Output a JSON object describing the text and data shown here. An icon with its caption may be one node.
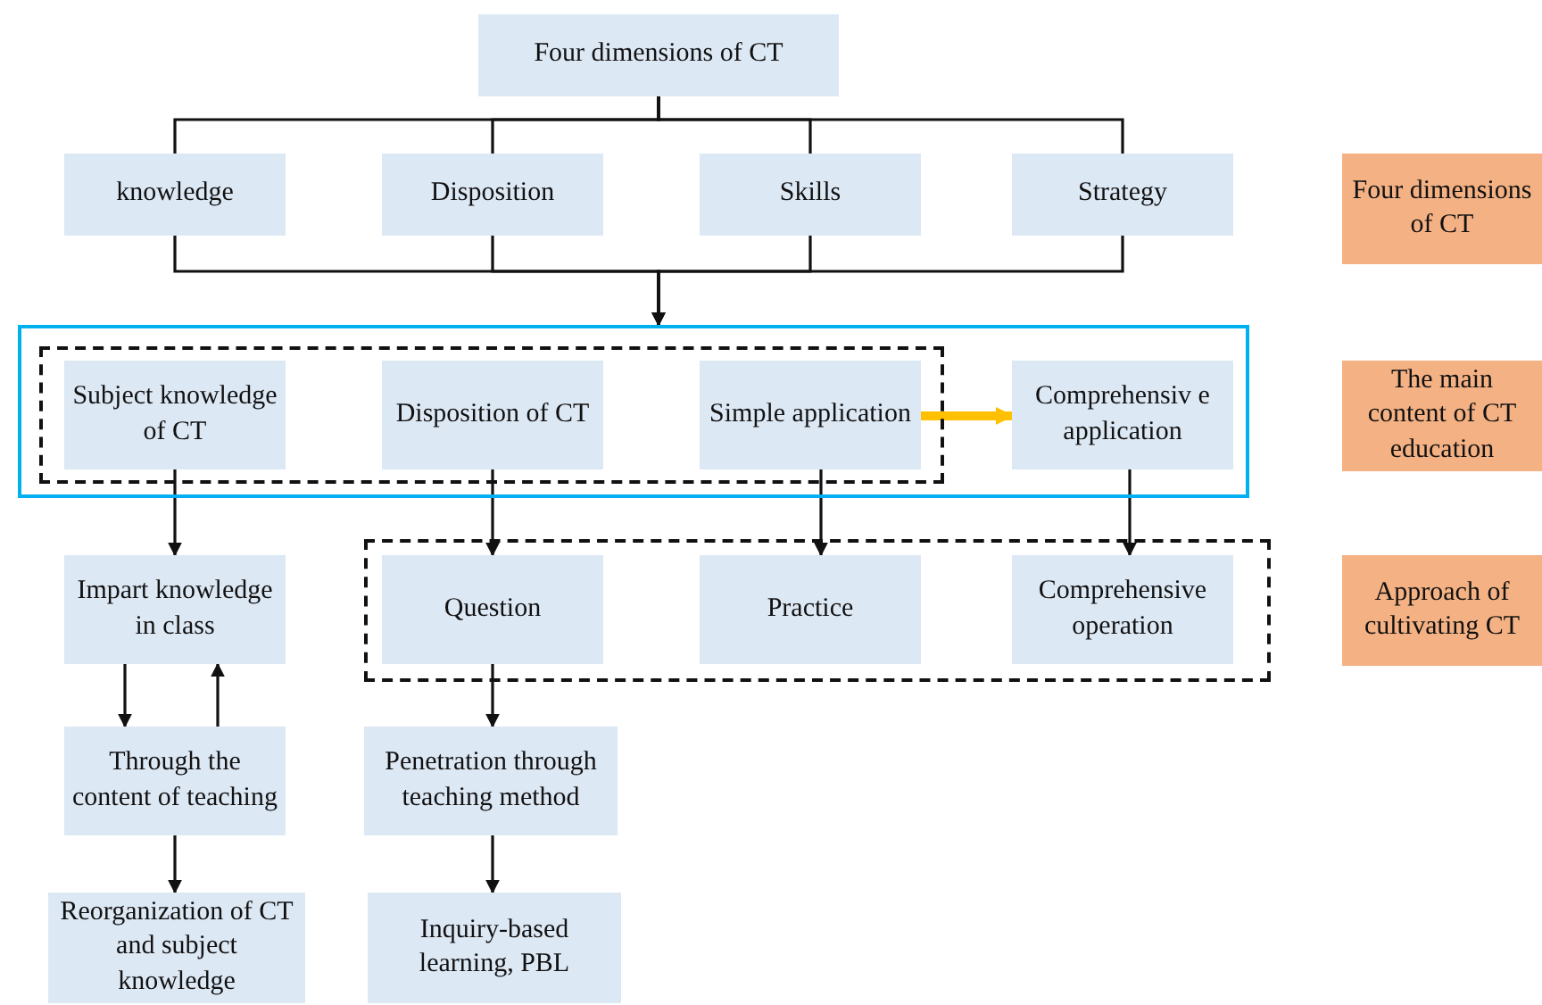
{
  "diagram": {
    "nodes": [
      {
        "text": [
          "Four dimensions of CT"
        ]
      },
      {
        "text": [
          "knowledge"
        ]
      },
      {
        "text": [
          "Disposition"
        ]
      },
      {
        "text": [
          "Skills"
        ]
      },
      {
        "text": [
          "Strategy"
        ]
      },
      {
        "text": [],
        "shape": "box"
      },
      {
        "text": [],
        "shape": "box",
        "in": 5
      },
      {
        "text": [
          "Subject knowledge of CT"
        ],
        "in": 6
      },
      {
        "text": [
          "Disposition of CT"
        ],
        "in": 6
      },
      {
        "text": [
          "Simple application"
        ],
        "in": 6
      },
      {
        "text": [
          "Comprehensiv e application"
        ],
        "in": 5
      },
      {
        "text": [],
        "shape": "box"
      },
      {
        "text": [
          "Impart knowledge in class"
        ]
      },
      {
        "text": [
          "Question"
        ],
        "in": 11
      },
      {
        "text": [
          "Practice"
        ],
        "in": 11
      },
      {
        "text": [
          "Comprehensive operation"
        ],
        "in": 11
      },
      {
        "text": [
          "Through the content of teaching"
        ]
      },
      {
        "text": [
          "Penetration through teaching method"
        ]
      },
      {
        "text": [
          "Reorganization of CT and subject knowledge"
        ]
      },
      {
        "text": [
          "Inquiry-based learning, PBL"
        ]
      },
      {
        "text": [
          "Four dimensions of CT"
        ]
      },
      {
        "text": [
          "The main content of CT education"
        ]
      },
      {
        "text": [
          "Approach of cultivating CT"
        ]
      }
    ],
    "edges": [
      {
        "from": 0,
        "to": 1,
        "arrow": "none"
      },
      {
        "from": 0,
        "to": 2,
        "arrow": "none"
      },
      {
        "from": 0,
        "to": 3,
        "arrow": "none"
      },
      {
        "from": 0,
        "to": 4,
        "arrow": "none"
      },
      {
        "from": 1,
        "to": 5,
        "arrow": "to"
      },
      {
        "from": 2,
        "to": 5,
        "arrow": "to"
      },
      {
        "from": 3,
        "to": 5,
        "arrow": "to"
      },
      {
        "from": 4,
        "to": 5,
        "arrow": "to"
      },
      {
        "from": 9,
        "to": 10,
        "arrow": "to",
        "style": "thick",
        "color": "#ffc000"
      },
      {
        "from": 7,
        "to": 12,
        "arrow": "to"
      },
      {
        "from": 8,
        "to": 13,
        "arrow": "to"
      },
      {
        "from": 9,
        "to": 14,
        "arrow": "to"
      },
      {
        "from": 10,
        "to": 15,
        "arrow": "to"
      },
      {
        "from": 12,
        "to": 16,
        "arrow": "to"
      },
      {
        "from": 16,
        "to": 12,
        "arrow": "to"
      },
      {
        "from": 13,
        "to": 17,
        "arrow": "to"
      },
      {
        "from": 16,
        "to": 18,
        "arrow": "to"
      },
      {
        "from": 17,
        "to": 19,
        "arrow": "to"
      }
    ]
  }
}
